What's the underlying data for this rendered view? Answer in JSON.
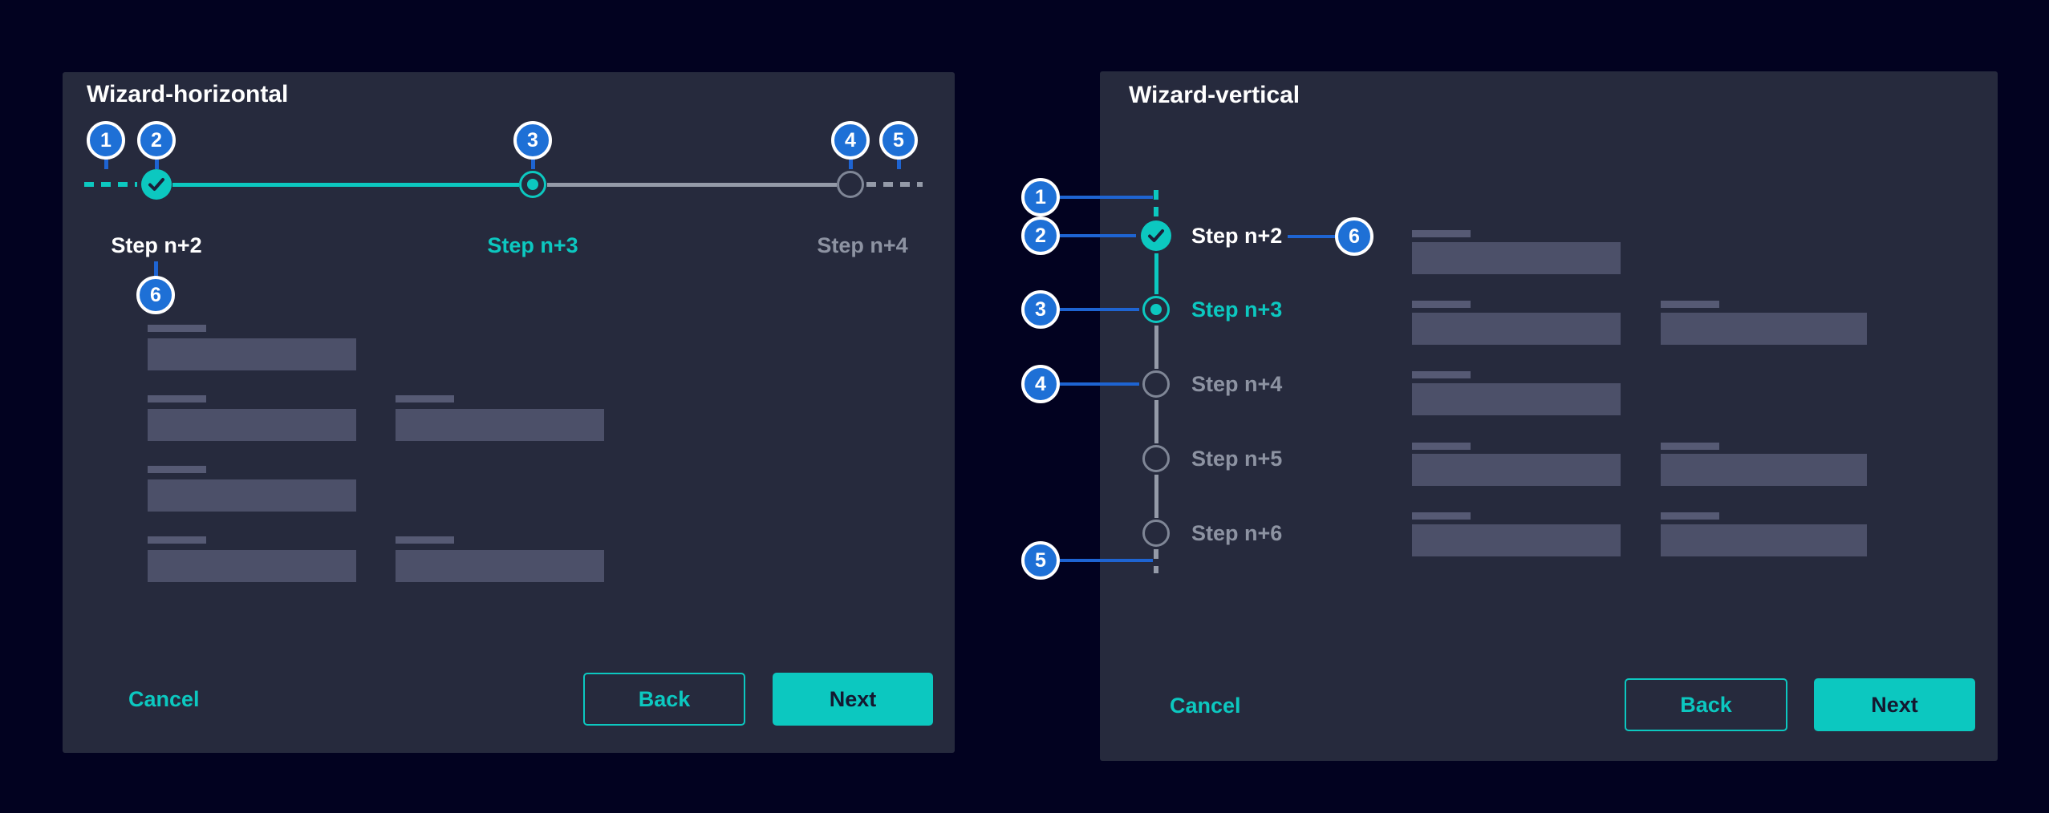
{
  "colors": {
    "page_bg": "#020220",
    "panel_bg": "#262a3d",
    "teal": "#0cc8c0",
    "badge_blue": "#1e70d6",
    "connector_blue": "#1e64d2",
    "inactive_gray": "#949aa8",
    "gray_text": "#8d93a2",
    "skeleton_label": "#565a74",
    "skeleton_input": "#4c5069",
    "dark_text_on_teal": "#141830",
    "white": "#ffffff"
  },
  "horizontal": {
    "title": "Wizard-horizontal",
    "annotations": [
      "1",
      "2",
      "3",
      "4",
      "5",
      "6"
    ],
    "steps": [
      {
        "label": "Step n+2",
        "state": "done"
      },
      {
        "label": "Step n+3",
        "state": "current"
      },
      {
        "label": "Step n+4",
        "state": "future"
      }
    ],
    "footer": {
      "cancel": "Cancel",
      "back": "Back",
      "next": "Next"
    }
  },
  "vertical": {
    "title": "Wizard-vertical",
    "annotations": [
      "1",
      "2",
      "3",
      "4",
      "5",
      "6"
    ],
    "steps": [
      {
        "label": "Step n+2",
        "state": "done"
      },
      {
        "label": "Step n+3",
        "state": "current"
      },
      {
        "label": "Step n+4",
        "state": "future"
      },
      {
        "label": "Step n+5",
        "state": "future"
      },
      {
        "label": "Step n+6",
        "state": "future"
      }
    ],
    "footer": {
      "cancel": "Cancel",
      "back": "Back",
      "next": "Next"
    }
  }
}
